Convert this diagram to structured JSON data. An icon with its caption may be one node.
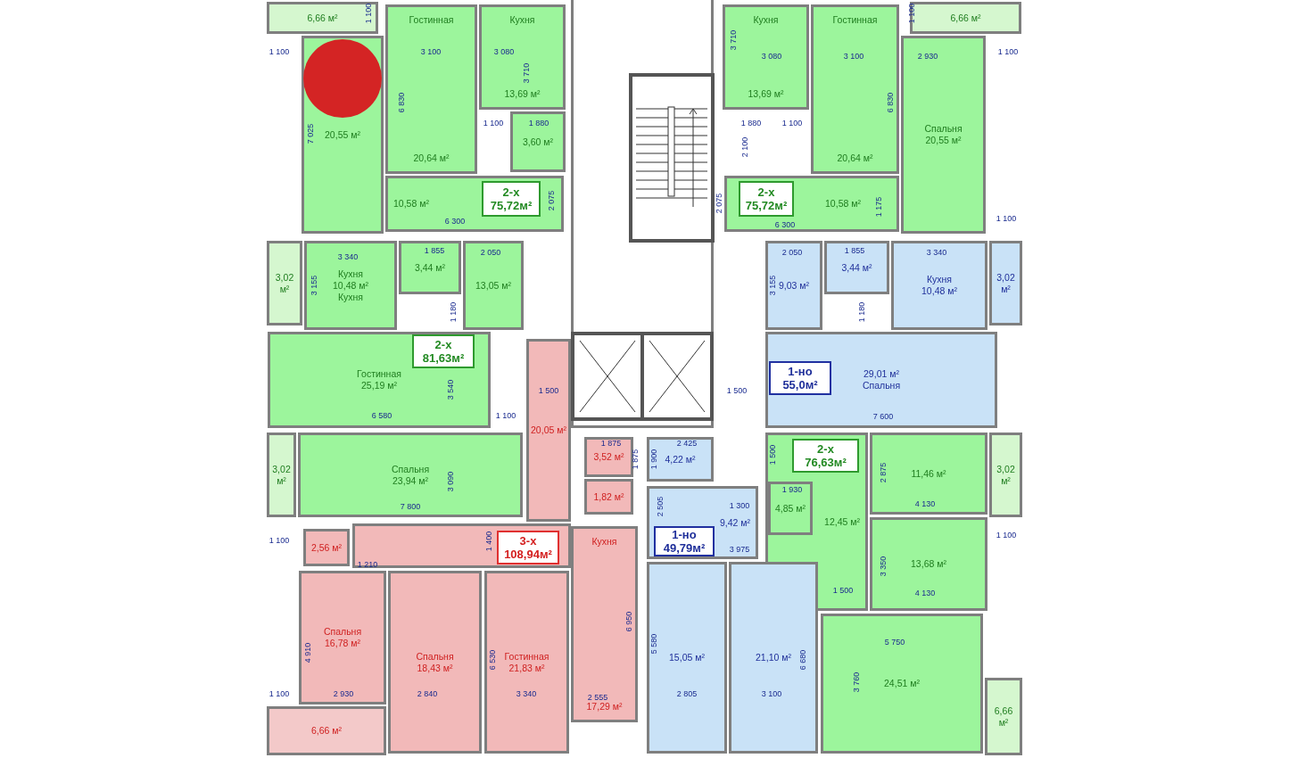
{
  "diagram": {
    "nodes": [
      {
        "text": [
          "6,66 м²"
        ]
      },
      {
        "text": [
          "20,55 м²"
        ]
      },
      {
        "text": [
          "Гостинная",
          "20,64 м²"
        ]
      },
      {
        "text": [
          "Кухня",
          "13,69 м²"
        ]
      },
      {
        "text": [
          "3,60 м²"
        ]
      },
      {
        "text": [
          "10,58 м²"
        ]
      },
      {
        "text": [
          "2-х",
          "75,72м²"
        ],
        "in": 5
      },
      {
        "text": [
          "Кухня",
          "13,69 м²"
        ]
      },
      {
        "text": [
          "Гостинная",
          "20,64 м²"
        ]
      },
      {
        "text": [
          "Спальня",
          "20,55 м²"
        ]
      },
      {
        "text": [
          "6,66 м²"
        ]
      },
      {
        "text": [
          "10,58 м²"
        ]
      },
      {
        "text": [
          "2-х",
          "75,72м²"
        ],
        "in": 11
      },
      {
        "text": [
          "3,02 м²"
        ]
      },
      {
        "text": [
          "Кухня",
          "10,48 м²",
          "Кухня"
        ]
      },
      {
        "text": [
          "3,44 м²"
        ]
      },
      {
        "text": [
          "13,05 м²"
        ]
      },
      {
        "text": [
          "9,03 м²"
        ]
      },
      {
        "text": [
          "3,44 м²"
        ]
      },
      {
        "text": [
          "Кухня",
          "10,48 м²"
        ]
      },
      {
        "text": [
          "3,02 м²"
        ]
      },
      {
        "text": [
          "Гостинная",
          "25,19 м²"
        ]
      },
      {
        "text": [
          "2-х",
          "81,63м²"
        ],
        "in": 21
      },
      {
        "text": [
          "29,01 м²",
          "Спальня"
        ]
      },
      {
        "text": [
          "1-но",
          "55,0м²"
        ],
        "in": 23
      },
      {
        "text": [
          "3,02 м²"
        ]
      },
      {
        "text": [
          "Спальня",
          "23,94 м²"
        ]
      },
      {
        "text": [
          "20,05 м²"
        ]
      },
      {
        "text": [
          "3,52 м²"
        ]
      },
      {
        "text": [
          "1,82 м²"
        ]
      },
      {
        "text": [
          "4,22 м²"
        ]
      },
      {
        "text": [
          "12,45 м²"
        ]
      },
      {
        "text": [
          "2-х",
          "76,63м²"
        ],
        "in": 31
      },
      {
        "text": [
          "4,85 м²"
        ],
        "in": 31
      },
      {
        "text": [
          "11,46 м²"
        ]
      },
      {
        "text": [
          "3,02 м²"
        ]
      },
      {
        "text": [
          "9,42 м²"
        ]
      },
      {
        "text": [
          "1-но",
          "49,79м²"
        ],
        "in": 36
      },
      {
        "text": [
          "3-х",
          "108,94м²"
        ]
      },
      {
        "text": [
          "2,56 м²"
        ]
      },
      {
        "text": [
          "Спальня",
          "16,78 м²"
        ]
      },
      {
        "text": [
          "Спальня",
          "18,43 м²"
        ]
      },
      {
        "text": [
          "Гостинная",
          "21,83 м²"
        ]
      },
      {
        "text": [
          "Кухня",
          "17,29 м²"
        ]
      },
      {
        "text": [
          "15,05 м²"
        ]
      },
      {
        "text": [
          "21,10 м²"
        ]
      },
      {
        "text": [
          "13,68 м²"
        ]
      },
      {
        "text": [
          "24,51 м²"
        ]
      },
      {
        "text": [
          "6,66 м²"
        ]
      },
      {
        "text": [
          "6,66 м²"
        ]
      },
      {
        "text": [],
        "shape": "circle",
        "in": 1
      }
    ],
    "labels": [
      "1 100",
      "1 100",
      "3 100",
      "3 080",
      "3 710",
      "6 830",
      "7 025",
      "1 100",
      "1 880",
      "6 300",
      "2 075",
      "3 710",
      "3 080",
      "3 100",
      "1 100",
      "2 930",
      "1 100",
      "6 830",
      "1 880",
      "1 100",
      "2 100",
      "2 075",
      "6 300",
      "1 175",
      "1 100",
      "3 340",
      "1 855",
      "2 050",
      "3 155",
      "1 180",
      "3 540",
      "6 580",
      "1 100",
      "1 500",
      "3 090",
      "7 800",
      "2 050",
      "1 855",
      "3 340",
      "3 155",
      "1 180",
      "1 500",
      "7 600",
      "1 875",
      "1 875",
      "1 900",
      "2 425",
      "2 505",
      "1 300",
      "3 975",
      "1 400",
      "6 950",
      "2 555",
      "5 580",
      "2 805",
      "3 100",
      "6 680",
      "1 100",
      "1 210",
      "4 910",
      "1 100",
      "2 930",
      "2 840",
      "6 530",
      "3 340",
      "1 500",
      "1 930",
      "2 875",
      "4 130",
      "1 100",
      "3 350",
      "1 500",
      "4 130",
      "5 750",
      "3 760"
    ]
  }
}
